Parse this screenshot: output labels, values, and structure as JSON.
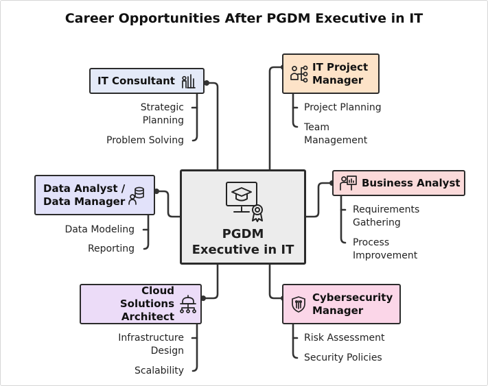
{
  "title": "Career Opportunities After PGDM Executive in IT",
  "center": {
    "label": "PGDM\nExecutive in IT",
    "icon": "graduation-certificate-icon"
  },
  "roles": {
    "it_consultant": {
      "label": "IT Consultant",
      "icon": "consultant-tools-icon",
      "color": "#e4eaf8",
      "points": [
        "Strategic\nPlanning",
        "Problem Solving"
      ]
    },
    "it_project_manager": {
      "label": "IT Project\nManager",
      "icon": "org-chart-people-icon",
      "color": "#fde3c8",
      "points": [
        "Project Planning",
        "Team\nManagement"
      ]
    },
    "data_analyst": {
      "label": "Data Analyst /\nData Manager",
      "icon": "database-user-icon",
      "color": "#e2e2fa",
      "points": [
        "Data Modeling",
        "Reporting"
      ]
    },
    "business_analyst": {
      "label": "Business Analyst",
      "icon": "presenter-chart-icon",
      "color": "#fbdada",
      "points": [
        "Requirements\nGathering",
        "Process\nImprovement"
      ]
    },
    "cloud_architect": {
      "label": "Cloud Solutions\nArchitect",
      "icon": "cloud-network-icon",
      "color": "#ecdcf8",
      "points": [
        "Infrastructure\nDesign",
        "Scalability"
      ]
    },
    "cybersecurity_manager": {
      "label": "Cybersecurity\nManager",
      "icon": "shield-circuit-icon",
      "color": "#fbd6e8",
      "points": [
        "Risk Assessment",
        "Security Policies"
      ]
    }
  }
}
